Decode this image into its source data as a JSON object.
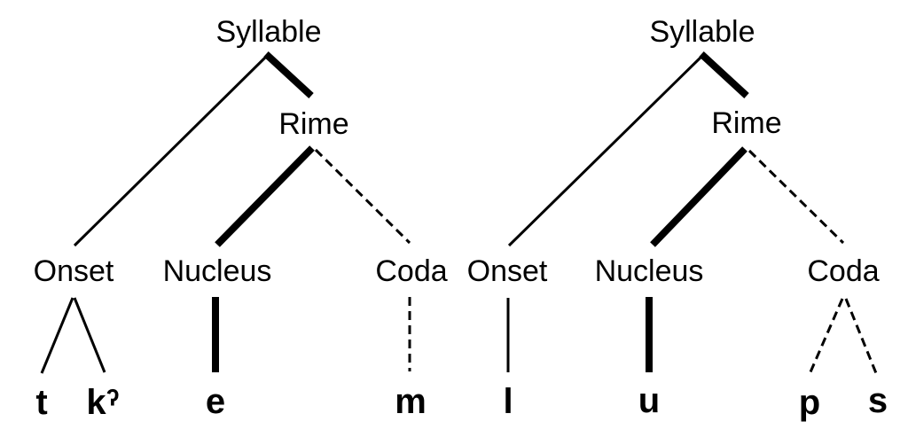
{
  "colors": {
    "ink": "#000000",
    "background": "#ffffff"
  },
  "trees": [
    {
      "id": "left",
      "root_label": "Syllable",
      "rime_label": "Rime",
      "onset_label": "Onset",
      "nucleus_label": "Nucleus",
      "coda_label": "Coda",
      "onset_segments": [
        "t",
        "kˀ"
      ],
      "nucleus_segments": [
        "e"
      ],
      "coda_segments": [
        "m"
      ]
    },
    {
      "id": "right",
      "root_label": "Syllable",
      "rime_label": "Rime",
      "onset_label": "Onset",
      "nucleus_label": "Nucleus",
      "coda_label": "Coda",
      "onset_segments": [
        "l"
      ],
      "nucleus_segments": [
        "u"
      ],
      "coda_segments": [
        "p",
        "s"
      ]
    }
  ]
}
